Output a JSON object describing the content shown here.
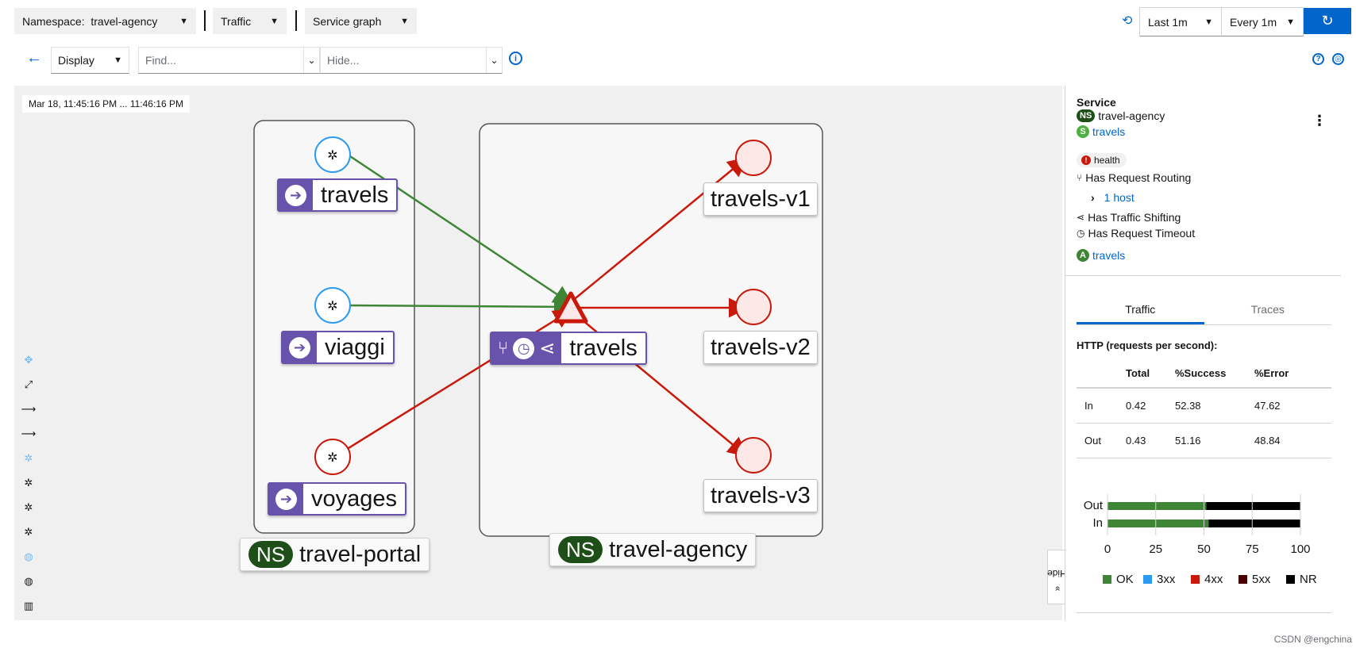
{
  "toolbar": {
    "namespace_label": "Namespace:",
    "namespace_value": "travel-agency",
    "traffic_label": "Traffic",
    "graph_type_label": "Service graph",
    "duration": "Last 1m",
    "refresh_interval": "Every 1m",
    "display_label": "Display",
    "find_placeholder": "Find...",
    "hide_placeholder": "Hide..."
  },
  "graph": {
    "timestamp": "Mar 18, 11:45:16 PM ... 11:46:16 PM",
    "namespaces": [
      {
        "badge": "NS",
        "name": "travel-portal"
      },
      {
        "badge": "NS",
        "name": "travel-agency"
      }
    ],
    "nodes": {
      "portal_travels": "travels",
      "portal_viaggi": "viaggi",
      "portal_voyages": "voyages",
      "agency_travels": "travels",
      "v1": "travels-v1",
      "v2": "travels-v2",
      "v3": "travels-v3"
    },
    "hide_tab": "Hide",
    "colors": {
      "healthy_edge": "#3e8635",
      "error_edge": "#c9190b",
      "service_badge": "#6753ac",
      "namespace_badge": "#1e4f18"
    }
  },
  "side_panel": {
    "section_title": "Service",
    "ns_badge": "NS",
    "namespace": "travel-agency",
    "service_badge": "S",
    "service": "travels",
    "health_label": "health",
    "routing_label": "Has Request Routing",
    "hosts_link": "1 host",
    "shifting_label": "Has Traffic Shifting",
    "timeout_label": "Has Request Timeout",
    "app_badge": "A",
    "app": "travels",
    "tabs": [
      "Traffic",
      "Traces"
    ],
    "http_title": "HTTP (requests per second):",
    "table": {
      "headers": [
        "",
        "Total",
        "%Success",
        "%Error"
      ],
      "rows": [
        [
          "In",
          "0.42",
          "52.38",
          "47.62"
        ],
        [
          "Out",
          "0.43",
          "51.16",
          "48.84"
        ]
      ]
    }
  },
  "chart_data": {
    "type": "bar",
    "orientation": "horizontal-stacked",
    "categories": [
      "Out",
      "In"
    ],
    "series": [
      {
        "name": "OK",
        "color": "#3e8635",
        "values": [
          51.16,
          52.38
        ]
      },
      {
        "name": "3xx",
        "color": "#2b9af3",
        "values": [
          0,
          0
        ]
      },
      {
        "name": "4xx",
        "color": "#c9190b",
        "values": [
          0,
          0
        ]
      },
      {
        "name": "5xx",
        "color": "#470000",
        "values": [
          0,
          0
        ]
      },
      {
        "name": "NR",
        "color": "#000000",
        "values": [
          48.84,
          47.62
        ]
      }
    ],
    "xlim": [
      0,
      100
    ],
    "xticks": [
      "0",
      "25",
      "50",
      "75",
      "100"
    ],
    "grid": true,
    "legend": "bottom"
  },
  "footer": {
    "credit": "CSDN @engchina"
  }
}
